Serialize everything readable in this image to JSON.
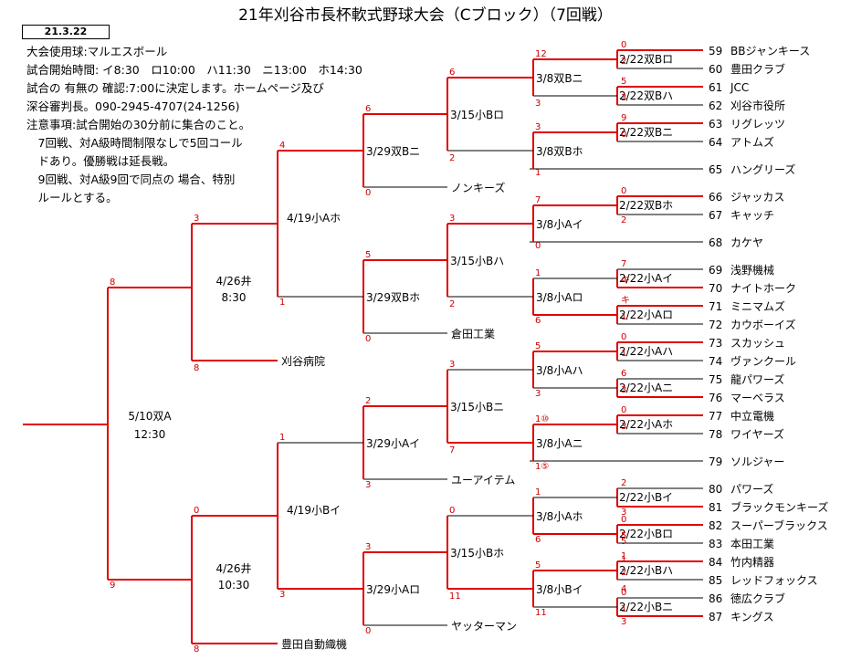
{
  "title": "21年刈谷市長杯軟式野球大会（Cブロック）（7回戦）",
  "date": "21.3.22",
  "info_lines": [
    "大会使用球:マルエスボール",
    "試合開始時間: イ8:30　ロ10:00　ハ11:30　ニ13:00　ホ14:30",
    "試合の 有無の 確認:7:00に決定します。ホームページ及び",
    "深谷審判長。090-2945-4707(24-1256)",
    "注意事項:試合開始の30分前に集合のこと。",
    "　7回戦、対A級時間制限なしで5回コール",
    "　ドあり。優勝戦は延長戦。",
    "　9回戦、対A級9回で同点の 場合、特別",
    "　ルールとする。"
  ],
  "colors": {
    "line": "#000000",
    "winner": "#e00000",
    "score": "#cc0000"
  },
  "teams": [
    {
      "num": "59",
      "name": "BBジャンキース"
    },
    {
      "num": "60",
      "name": "豊田クラブ"
    },
    {
      "num": "61",
      "name": "JCC"
    },
    {
      "num": "62",
      "name": "刈谷市役所"
    },
    {
      "num": "63",
      "name": "リグレッツ"
    },
    {
      "num": "64",
      "name": "アトムズ"
    },
    {
      "num": "65",
      "name": "ハングリーズ"
    },
    {
      "num": "66",
      "name": "ジャッカス"
    },
    {
      "num": "67",
      "name": "キャッチ"
    },
    {
      "num": "68",
      "name": "カケヤ"
    },
    {
      "num": "69",
      "name": "浅野機械"
    },
    {
      "num": "70",
      "name": "ナイトホーク"
    },
    {
      "num": "71",
      "name": "ミニマムズ"
    },
    {
      "num": "72",
      "name": "カウボーイズ"
    },
    {
      "num": "73",
      "name": "スカッシュ"
    },
    {
      "num": "74",
      "name": "ヴァンクール"
    },
    {
      "num": "75",
      "name": "龍パワーズ"
    },
    {
      "num": "76",
      "name": "マーベラス"
    },
    {
      "num": "77",
      "name": "中立電機"
    },
    {
      "num": "78",
      "name": "ワイヤーズ"
    },
    {
      "num": "79",
      "name": "ソルジャー"
    },
    {
      "num": "80",
      "name": "パワーズ"
    },
    {
      "num": "81",
      "name": "ブラックモンキーズ"
    },
    {
      "num": "82",
      "name": "スーパーブラックス"
    },
    {
      "num": "83",
      "name": "本田工業"
    },
    {
      "num": "84",
      "name": "竹内精器"
    },
    {
      "num": "85",
      "name": "レッドフォックス"
    },
    {
      "num": "86",
      "name": "徳広クラブ"
    },
    {
      "num": "87",
      "name": "キングス"
    }
  ],
  "seeded_teams": [
    "ノンキーズ",
    "倉田工業",
    "刈谷病院",
    "ユーアイテム",
    "ヤッターマン",
    "豊田自動織機"
  ],
  "game_labels": {
    "r1": [
      "2/22双Bロ",
      "2/22双Bハ",
      "2/22双Bニ",
      "2/22双Bホ",
      "2/22小Aイ",
      "2/22小Aロ",
      "2/22小Aハ",
      "2/22小Aニ",
      "2/22小Aホ",
      "2/22小Bイ",
      "2/22小Bロ",
      "2/22小Bハ",
      "2/22小Bニ"
    ],
    "r2": [
      "3/8双Bニ",
      "3/8双Bホ",
      "3/8小Aイ",
      "3/8小Aロ",
      "3/8小Aハ",
      "3/8小Aニ",
      "3/8小Aホ",
      "3/8小Bイ"
    ],
    "r3": [
      "3/15小Bロ",
      "3/15小Bハ",
      "3/15小Bニ",
      "3/15小Bホ"
    ],
    "r4": [
      "3/29双Bニ",
      "3/29双Bホ",
      "3/29小Aイ",
      "3/29小Aロ"
    ],
    "r5": [
      "4/19小Aホ",
      "4/19小Bイ"
    ],
    "r6": [
      {
        "label": "4/26井",
        "time": "8:30"
      },
      {
        "label": "4/26井",
        "time": "10:30"
      }
    ],
    "final": {
      "label": "5/10双A",
      "time": "12:30"
    }
  },
  "scores": {
    "r1": [
      "0",
      "2",
      "5",
      "3",
      "9",
      "0",
      "0",
      "2",
      "7",
      "キ",
      "キ",
      "1",
      "0",
      "1",
      "6",
      "3",
      "0",
      "3",
      "2",
      "3",
      "0",
      "5",
      "1",
      "2",
      "0",
      "1",
      "4",
      "3",
      "1",
      "5"
    ],
    "r2": [
      "12",
      "3",
      "3",
      "1",
      "7",
      "0",
      "1",
      "6",
      "5",
      "3",
      "1⑩",
      "1⑤",
      "1",
      "6",
      "5",
      "11"
    ],
    "r3": [
      "6",
      "2",
      "1",
      "3",
      "2",
      "3",
      "7",
      "0",
      "3"
    ],
    "r4": [
      "6",
      "0",
      "5",
      "0",
      "2",
      "3",
      "3",
      "0"
    ],
    "r5": [
      "4",
      "1",
      "1",
      "3"
    ],
    "r6": [
      "3",
      "8",
      "0",
      "8"
    ],
    "final": [
      "8",
      "9"
    ]
  }
}
